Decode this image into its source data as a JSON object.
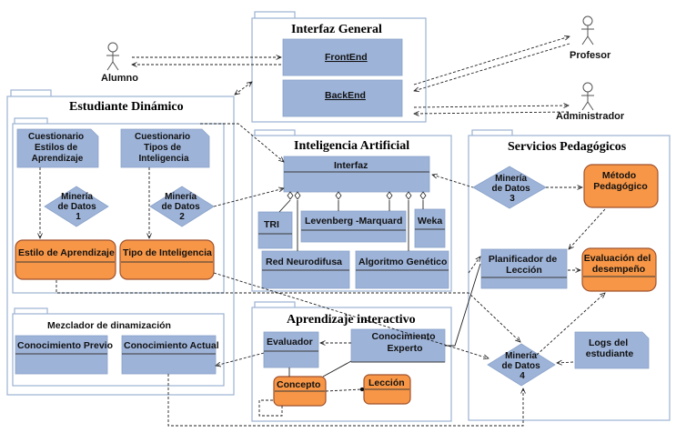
{
  "actors": {
    "alumno": "Alumno",
    "profesor": "Profesor",
    "administrador": "Administrador"
  },
  "interfaz_general": {
    "title": "Interfaz General",
    "frontend": "FrontEnd",
    "backend": "BackEnd"
  },
  "estudiante_dinamico": {
    "title": "Estudiante Dinámico",
    "cuestionario_estilos": [
      "Cuestionario",
      "Estilos de",
      "Aprendizaje"
    ],
    "cuestionario_tipos": [
      "Cuestionario",
      "Tipos de",
      "Inteligencia"
    ],
    "mineria_1": [
      "Minería",
      "de Datos",
      "1"
    ],
    "mineria_2": [
      "Minería",
      "de Datos",
      "2"
    ],
    "estilo_aprendizaje": "Estilo de Aprendizaje",
    "tipo_inteligencia": "Tipo de Inteligencia"
  },
  "mezclador": {
    "title": "Mezclador de dinamización",
    "conocimiento_previo": "Conocimiento Previo",
    "conocimiento_actual": "Conocimiento Actual"
  },
  "inteligencia_artificial": {
    "title": "Inteligencia Artificial",
    "interfaz": "Interfaz",
    "tri": "TRI",
    "levenberg": "Levenberg -Marquard",
    "weka": "Weka",
    "red_neurodifusa": "Red Neurodifusa",
    "algoritmo_genetico": "Algoritmo Genético"
  },
  "aprendizaje_interactivo": {
    "title": "Aprendizaje interactivo",
    "evaluador": "Evaluador",
    "conocimiento_experto": [
      "Conocimiento",
      "Experto"
    ],
    "concepto": "Concepto",
    "leccion": "Lección"
  },
  "servicios_pedagogicos": {
    "title": "Servicios Pedagógicos",
    "mineria_3": [
      "Minería",
      "de Datos",
      "3"
    ],
    "metodo_pedagogico": [
      "Método",
      "Pedagógico"
    ],
    "planificador": [
      "Planificador de",
      "Lección"
    ],
    "evaluacion_desempeno": [
      "Evaluación del",
      "desempeño"
    ],
    "logs": [
      "Logs del",
      "estudiante"
    ],
    "mineria_4": [
      "Minería",
      "de Datos",
      "4"
    ]
  },
  "colors": {
    "package_border": "#9bb2d1",
    "blue_fill": "#9db3d8",
    "orange_fill": "#f79646"
  }
}
